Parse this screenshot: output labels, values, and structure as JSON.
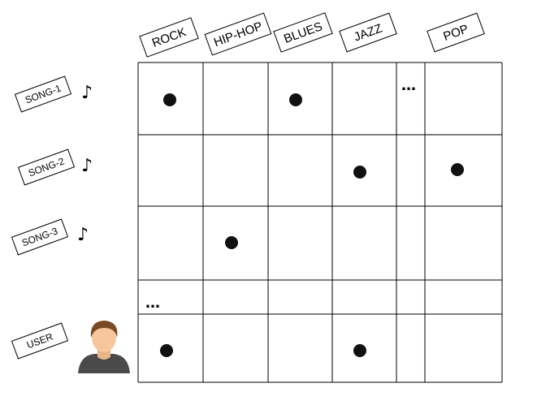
{
  "genres": [
    {
      "label": "ROCK"
    },
    {
      "label": "HIP-HOP"
    },
    {
      "label": "BLUES"
    },
    {
      "label": "JAZZ"
    },
    {
      "label": "POP"
    }
  ],
  "rows": [
    {
      "label": "SONG-1",
      "icon": "music-note-icon",
      "glyph": "♪"
    },
    {
      "label": "SONG-2",
      "icon": "music-note-icon",
      "glyph": "♪"
    },
    {
      "label": "SONG-3",
      "icon": "music-note-icon",
      "glyph": "♪"
    },
    {
      "label": "USER",
      "icon": "user-avatar-icon"
    }
  ],
  "ellipsis": "…",
  "matrix": {
    "song-1": {
      "ROCK": true,
      "HIP-HOP": false,
      "BLUES": true,
      "JAZZ": false,
      "POP": false
    },
    "song-2": {
      "ROCK": false,
      "HIP-HOP": false,
      "BLUES": false,
      "JAZZ": true,
      "POP": true
    },
    "song-3": {
      "ROCK": false,
      "HIP-HOP": true,
      "BLUES": false,
      "JAZZ": false,
      "POP": false
    },
    "user": {
      "ROCK": true,
      "HIP-HOP": false,
      "BLUES": false,
      "JAZZ": true,
      "POP": false
    }
  },
  "colors": {
    "line": "#000000",
    "dot": "#111111",
    "avatar_skin": "#f6c79a",
    "avatar_hair": "#7a4a24",
    "avatar_shirt": "#4a4a4a"
  }
}
